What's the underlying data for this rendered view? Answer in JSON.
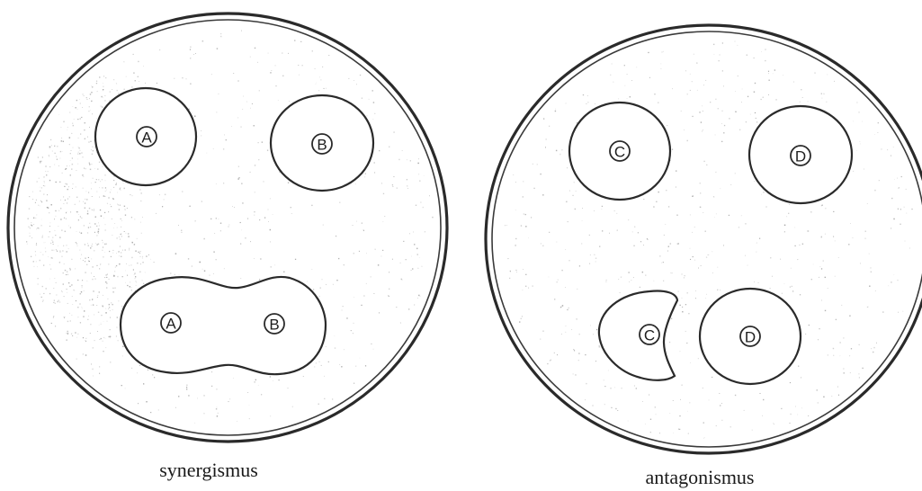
{
  "plates": [
    {
      "id": "synergism-plate",
      "caption": "synergismus",
      "disk_labels": [
        "A",
        "B",
        "A",
        "B"
      ]
    },
    {
      "id": "antagonism-plate",
      "caption": "antagonismus",
      "disk_labels": [
        "C",
        "D",
        "C",
        "D"
      ]
    }
  ]
}
